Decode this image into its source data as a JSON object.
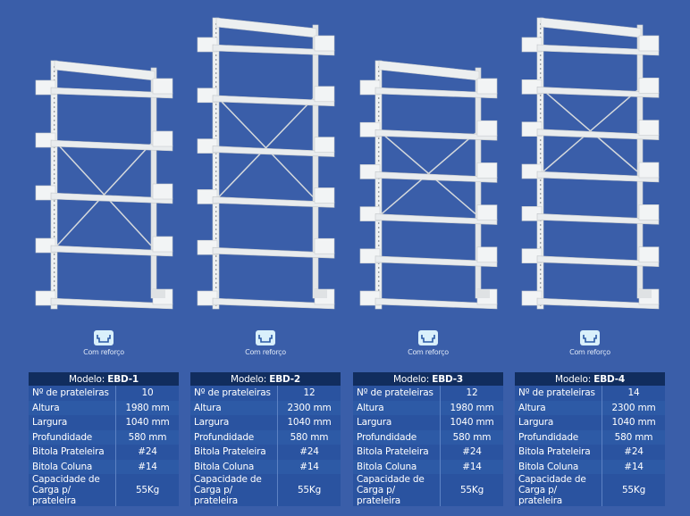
{
  "badge_label": "Com reforço",
  "header_prefix": "Modelo: ",
  "row_labels": [
    "Nº de prateleiras",
    "Altura",
    "Largura",
    "Profundidade",
    "Bitola Prateleira",
    "Bitola Coluna",
    "Capacidade de Carga p/ prateleira"
  ],
  "models": [
    {
      "name": "EBD-1",
      "values": [
        "10",
        "1980 mm",
        "1040 mm",
        "580 mm",
        "#24",
        "#14",
        "55Kg"
      ]
    },
    {
      "name": "EBD-2",
      "values": [
        "12",
        "2300 mm",
        "1040 mm",
        "580 mm",
        "#24",
        "#14",
        "55Kg"
      ]
    },
    {
      "name": "EBD-3",
      "values": [
        "12",
        "1980 mm",
        "1040 mm",
        "580 mm",
        "#24",
        "#14",
        "55Kg"
      ]
    },
    {
      "name": "EBD-4",
      "values": [
        "14",
        "2300 mm",
        "1040 mm",
        "580 mm",
        "#24",
        "#14",
        "55Kg"
      ]
    }
  ],
  "colors": {
    "background": "#3a5ea9",
    "header": "#112d5e",
    "shelf": "#e9ecee"
  }
}
